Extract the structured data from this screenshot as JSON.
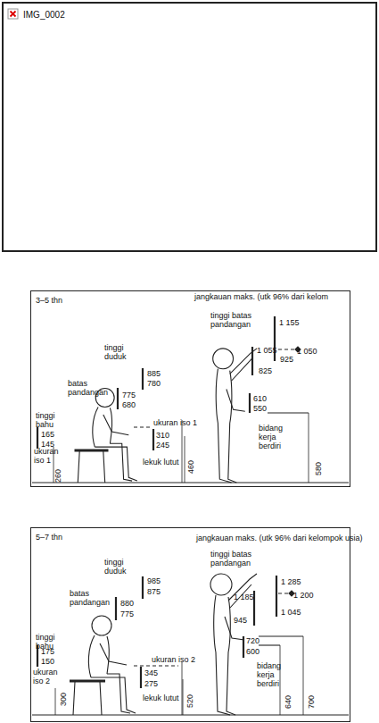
{
  "diagram": {
    "nodes": [
      {
        "text": [
          "IMG_0002"
        ]
      },
      {
        "text": [
          "3–5 thn"
        ]
      },
      {
        "text": [
          "5–7 thn"
        ]
      }
    ],
    "labels": [
      "jangkauan maks. (utk 96% dari kelom",
      "tinggi batas pandangan",
      "1 155",
      "1 055",
      "925",
      "1 050",
      "825",
      "tinggi duduk",
      "885",
      "780",
      "batas pandangan",
      "775",
      "680",
      "tinggi bahu",
      "165",
      "145",
      "ukuran iso 1",
      "ukuran iso 1",
      "310",
      "245",
      "460",
      "260",
      "lekuk lutut",
      "610",
      "550",
      "bidang kerja berdiri",
      "580",
      "jangkauan maks. (utk 96% dari kelompok usia)",
      "tinggi batas pandangan",
      "1 285",
      "1 185",
      "1 045",
      "1 200",
      "945",
      "tinggi duduk",
      "985",
      "875",
      "batas pandangan",
      "880",
      "775",
      "tinggi bahu",
      "175",
      "150",
      "ukuran iso 2",
      "ukuran iso 2",
      "345",
      "275",
      "lekuk lutut",
      "300",
      "520",
      "720",
      "600",
      "bidang kerja berdiri",
      "640",
      "700"
    ]
  }
}
